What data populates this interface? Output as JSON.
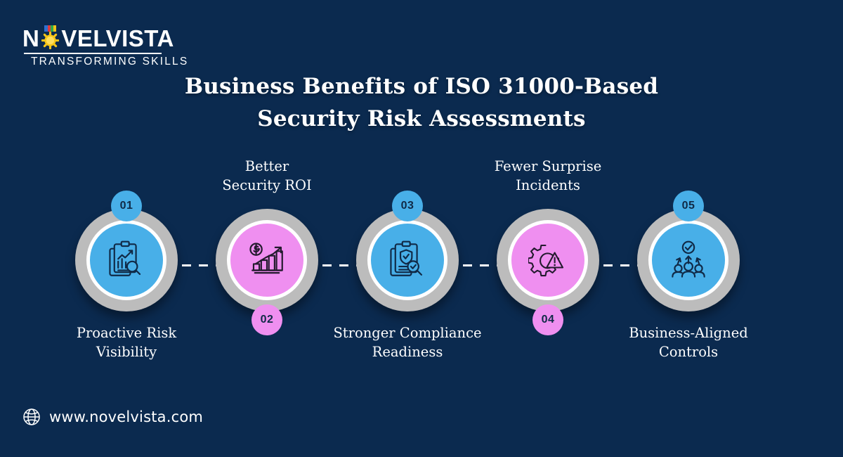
{
  "brand": {
    "name_part1": "N",
    "name_part2": "VELVISTA",
    "tagline": "TRANSFORMING SKILLS",
    "logo_icon": "sun-gear-icon",
    "flag_colors": [
      "#2f6fd0",
      "#e03a3a",
      "#2faa4a",
      "#f0c419"
    ]
  },
  "title": {
    "line1": "Business Benefits of ISO 31000-Based",
    "line2": "Security Risk Assessments"
  },
  "colors": {
    "background": "#0b2a4f",
    "ring_outer": "#bcbcbc",
    "ring_white": "#ffffff",
    "blue": "#48afe8",
    "pink": "#ef8ff0",
    "text": "#ffffff",
    "badge_text": "#102a47"
  },
  "steps": [
    {
      "number": "01",
      "label": "Proactive Risk Visibility",
      "label_line1": "Proactive Risk",
      "label_line2": "Visibility",
      "label_position": "below",
      "badge_position": "top",
      "color": "blue",
      "icon": "clipboard-chart-magnifier-icon"
    },
    {
      "number": "02",
      "label": "Better Security ROI",
      "label_line1": "Better",
      "label_line2": "Security ROI",
      "label_position": "above",
      "badge_position": "bottom",
      "color": "pink",
      "icon": "bar-chart-dollar-growth-icon"
    },
    {
      "number": "03",
      "label": "Stronger Compliance Readiness",
      "label_line1": "Stronger Compliance",
      "label_line2": "Readiness",
      "label_position": "below",
      "badge_position": "top",
      "color": "blue",
      "icon": "clipboard-shield-check-magnifier-icon"
    },
    {
      "number": "04",
      "label": "Fewer Surprise Incidents",
      "label_line1": "Fewer Surprise",
      "label_line2": "Incidents",
      "label_position": "above",
      "badge_position": "bottom",
      "color": "pink",
      "icon": "gear-warning-icon"
    },
    {
      "number": "05",
      "label": "Business-Aligned Controls",
      "label_line1": "Business-Aligned",
      "label_line2": "Controls",
      "label_position": "below",
      "badge_position": "top",
      "color": "blue",
      "icon": "people-check-arrows-icon"
    }
  ],
  "footer": {
    "icon": "globe-icon",
    "url": "www.novelvista.com"
  }
}
